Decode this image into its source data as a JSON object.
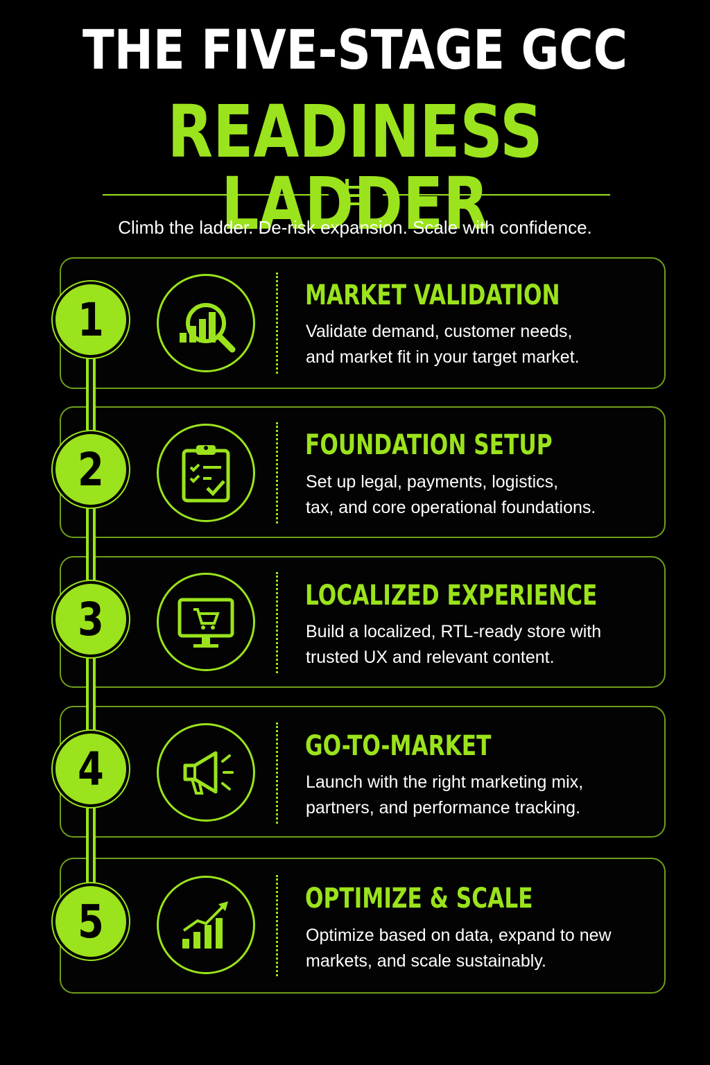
{
  "header": {
    "title_line1": "THE FIVE-STAGE GCC",
    "title_line2": "READINESS LADDER",
    "tagline": "Climb the ladder. De-risk expansion. Scale with confidence."
  },
  "colors": {
    "accent": "#9be31c",
    "background": "#000000",
    "text": "#ffffff"
  },
  "stages": [
    {
      "number": "1",
      "icon": "market-research-icon",
      "title": "MARKET VALIDATION",
      "description_line1": "Validate demand, customer needs,",
      "description_line2": "and market fit in your target market."
    },
    {
      "number": "2",
      "icon": "clipboard-checklist-icon",
      "title": "FOUNDATION SETUP",
      "description_line1": "Set up legal, payments, logistics,",
      "description_line2": "tax, and core operational foundations."
    },
    {
      "number": "3",
      "icon": "monitor-cart-icon",
      "title": "LOCALIZED EXPERIENCE",
      "description_line1": "Build a localized, RTL-ready store with",
      "description_line2": "trusted UX and relevant content."
    },
    {
      "number": "4",
      "icon": "megaphone-icon",
      "title": "GO-TO-MARKET",
      "description_line1": "Launch with the right marketing mix,",
      "description_line2": "partners, and performance tracking."
    },
    {
      "number": "5",
      "icon": "growth-chart-icon",
      "title": "OPTIMIZE & SCALE",
      "description_line1": "Optimize based on data, expand to new",
      "description_line2": "markets, and scale sustainably."
    }
  ]
}
